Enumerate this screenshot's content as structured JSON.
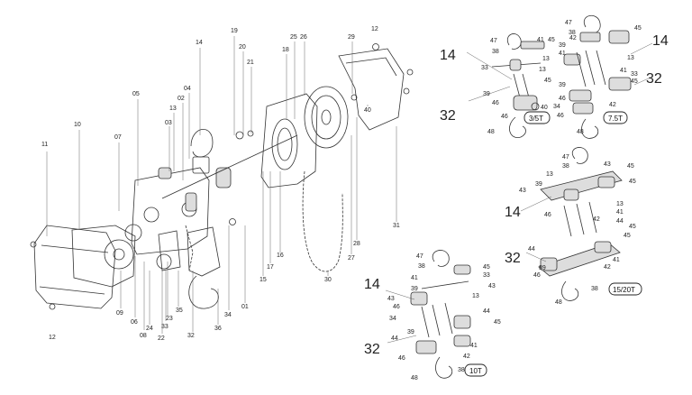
{
  "main": {
    "labels": [
      "11",
      "10",
      "07",
      "05",
      "03",
      "13",
      "02",
      "04",
      "14",
      "19",
      "20",
      "21",
      "18",
      "25",
      "26",
      "29",
      "12",
      "12",
      "09",
      "06",
      "08",
      "24",
      "33",
      "22",
      "23",
      "35",
      "32",
      "34",
      "36",
      "01",
      "15",
      "16",
      "17",
      "30",
      "27",
      "28",
      "40",
      "31"
    ],
    "group_3_5t": {
      "tag": "3/5T",
      "big": [
        "14",
        "32"
      ],
      "labels": [
        "47",
        "38",
        "41",
        "45",
        "33",
        "13",
        "13",
        "40",
        "45",
        "39",
        "46",
        "46",
        "48"
      ]
    },
    "group_7_5t": {
      "tag": "7.5T",
      "big": [
        "14",
        "32"
      ],
      "labels": [
        "47",
        "38",
        "45",
        "39",
        "41",
        "42",
        "13",
        "41",
        "33",
        "45",
        "39",
        "46",
        "34",
        "46",
        "42",
        "48"
      ]
    },
    "group_15_20t": {
      "tag": "15/20T",
      "big": [
        "14",
        "32"
      ],
      "labels": [
        "47",
        "38",
        "43",
        "45",
        "43",
        "39",
        "13",
        "46",
        "45",
        "42",
        "13",
        "41",
        "44",
        "45",
        "45",
        "44",
        "42",
        "41",
        "46",
        "39",
        "48",
        "38"
      ]
    },
    "group_10t": {
      "tag": "10T",
      "big": [
        "14",
        "32"
      ],
      "labels": [
        "47",
        "38",
        "45",
        "41",
        "33",
        "39",
        "43",
        "43",
        "13",
        "46",
        "44",
        "34",
        "45",
        "44",
        "39",
        "41",
        "42",
        "46",
        "38",
        "48"
      ]
    }
  }
}
